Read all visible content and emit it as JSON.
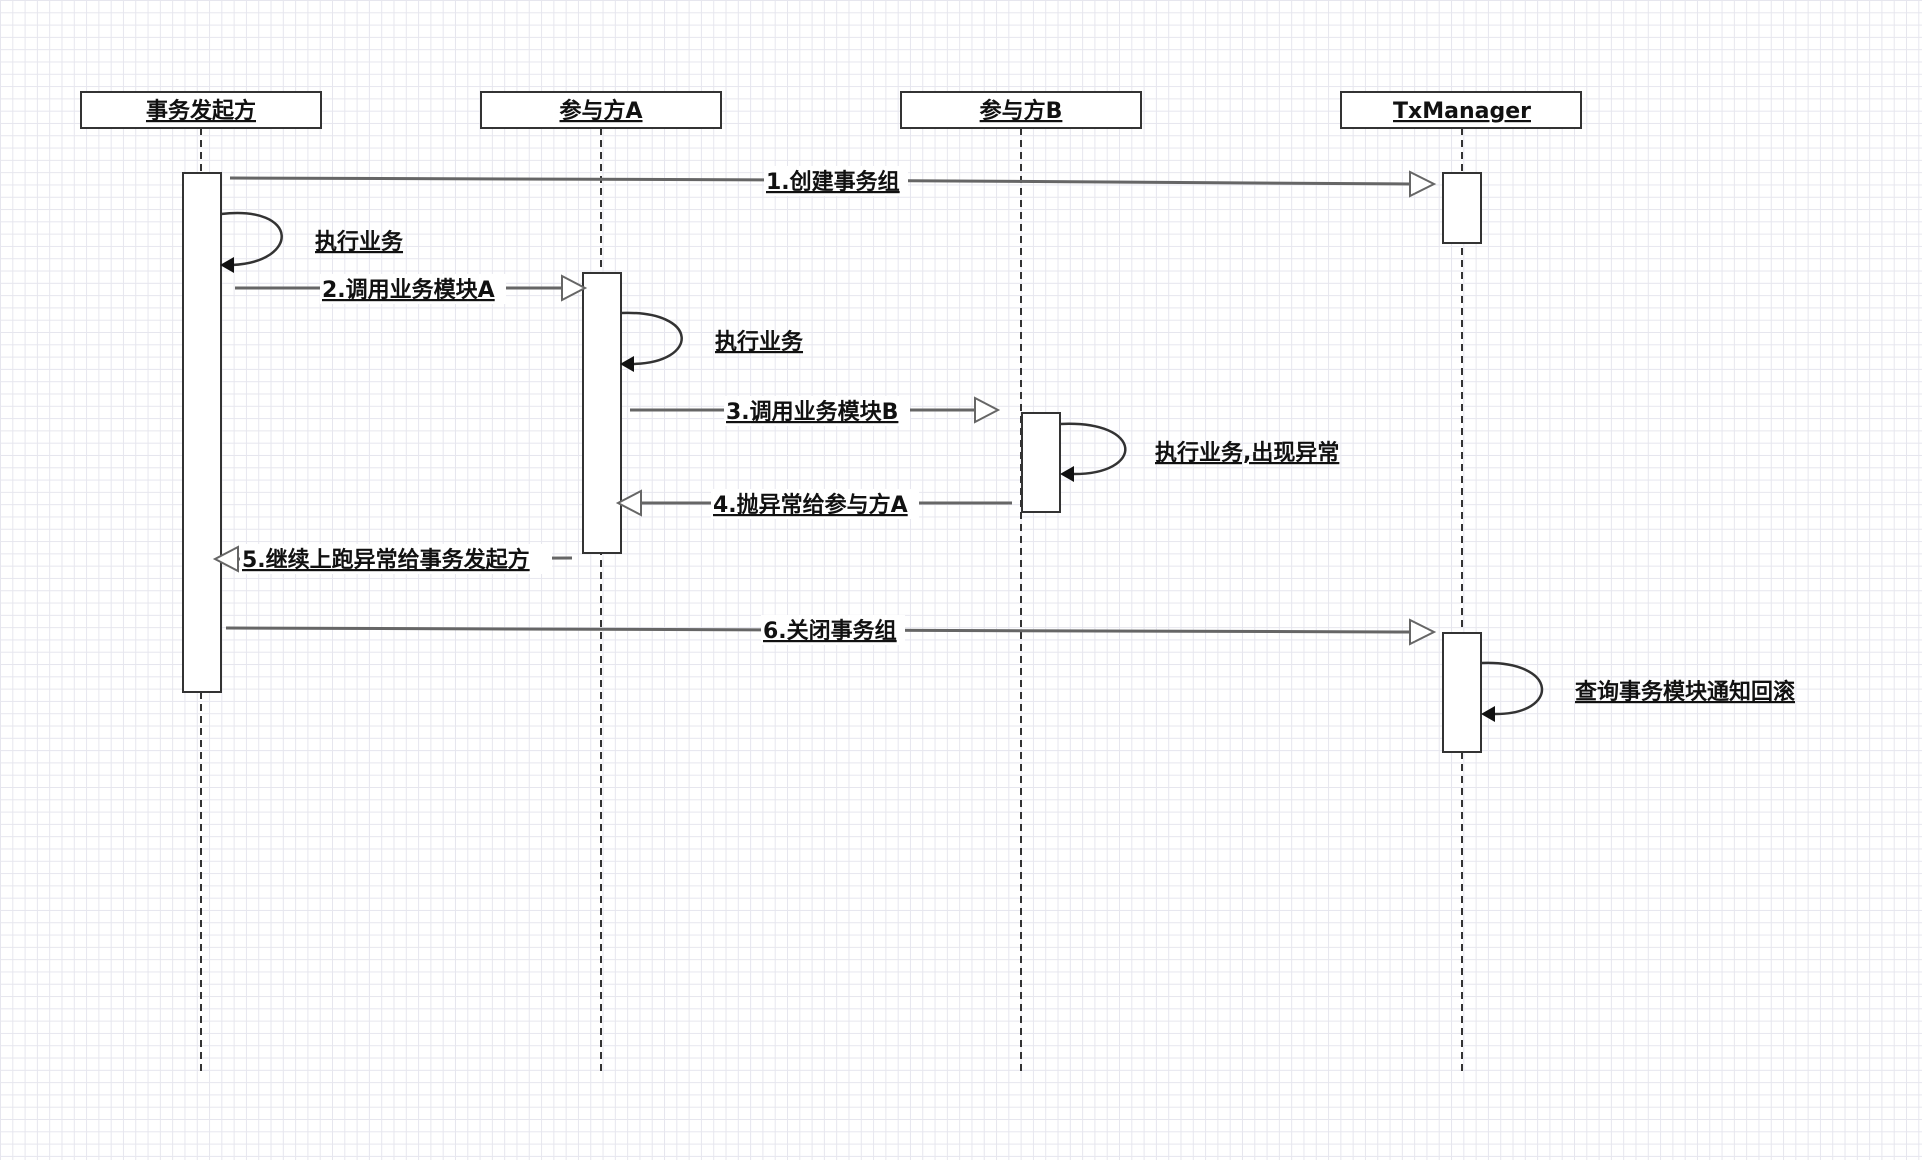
{
  "participants": [
    {
      "id": "initiator",
      "label": "事务发起方"
    },
    {
      "id": "partA",
      "label": "参与方A"
    },
    {
      "id": "partB",
      "label": "参与方B"
    },
    {
      "id": "txm",
      "label": "TxManager"
    }
  ],
  "messages": [
    {
      "id": "m1",
      "label": "1.创建事务组"
    },
    {
      "id": "m2",
      "label": "2.调用业务模块A"
    },
    {
      "id": "m3",
      "label": "3.调用业务模块B"
    },
    {
      "id": "m4",
      "label": "4.抛异常给参与方A"
    },
    {
      "id": "m5",
      "label": "5.继续上跑异常给事务发起方"
    },
    {
      "id": "m6",
      "label": "6.关闭事务组"
    }
  ],
  "self_calls": [
    {
      "id": "s1",
      "label": "执行业务"
    },
    {
      "id": "s2",
      "label": "执行业务"
    },
    {
      "id": "s3",
      "label": "执行业务,出现异常"
    },
    {
      "id": "s4",
      "label": "查询事务模块通知回滚"
    }
  ]
}
